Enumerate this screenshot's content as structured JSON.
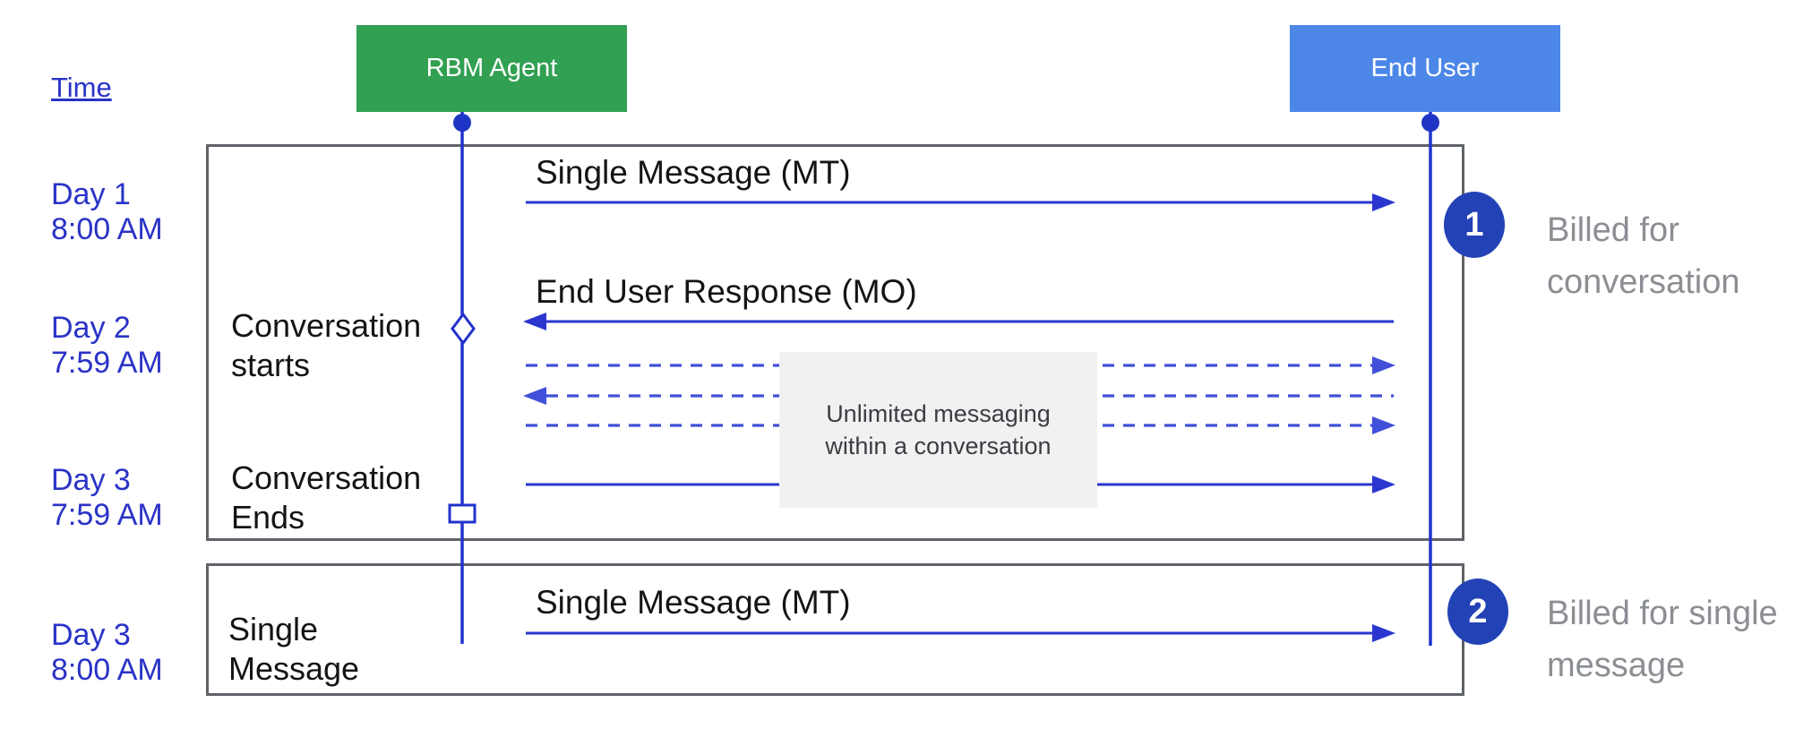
{
  "time_axis": {
    "label": "Time",
    "entries": [
      "Day 1\n8:00 AM",
      "Day 2\n7:59 AM",
      "Day 3\n7:59 AM",
      "Day 3\n8:00 AM"
    ]
  },
  "actors": {
    "rbm_agent": {
      "label": "RBM Agent",
      "color": "#31a052"
    },
    "end_user": {
      "label": "End User",
      "color": "#4c87e8"
    }
  },
  "conversation_box": {
    "mt_message_label": "Single Message (MT)",
    "mo_message_label": "End User Response (MO)",
    "conversation_starts_label": "Conversation\nstarts",
    "conversation_ends_label": "Conversation\nEnds",
    "unlimited_note": "Unlimited messaging\nwithin a conversation"
  },
  "single_message_box": {
    "row_label": "Single\nMessage",
    "mt_message_label": "Single Message (MT)"
  },
  "annotations": {
    "billed_conversation": {
      "badge": "1",
      "text": "Billed for\nconversation"
    },
    "billed_single": {
      "badge": "2",
      "text": "Billed for single\nmessage"
    }
  },
  "colors": {
    "timeline_blue": "#2a33c7",
    "solid_arrow_blue": "#2b36cf",
    "dashed_arrow_blue": "#4150d8",
    "lifeline_blue": "#2133cc",
    "badge_blue": "#2342b5",
    "agent_green": "#31a052",
    "end_user_blue": "#4c87e8",
    "box_border_gray": "#5f6368",
    "note_background": "#f1f1f2",
    "billed_text_gray": "#8b8e93"
  }
}
